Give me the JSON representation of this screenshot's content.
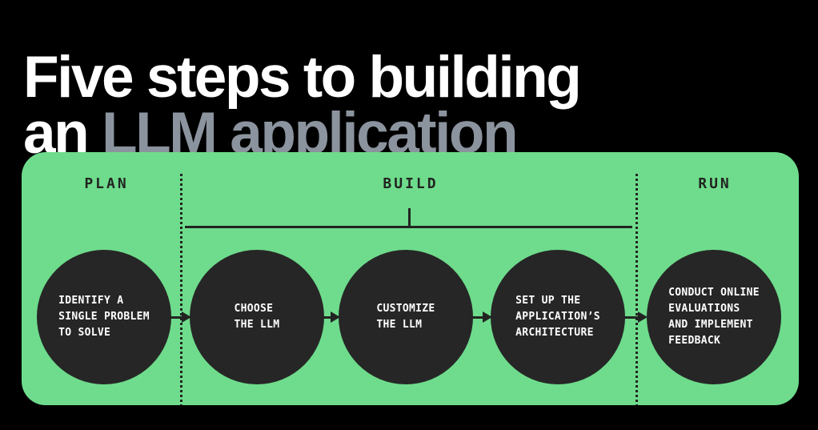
{
  "title": {
    "line1": "Five steps to building",
    "line2_prefix": "an ",
    "line2_highlight": "LLM application"
  },
  "colors": {
    "background": "#000000",
    "panel_green": "#6EDC8C",
    "circle_dark": "#262626",
    "line_dark": "#222422",
    "title_white": "#FFFFFF",
    "title_gray": "#8B939E",
    "step_text": "#FFFFFF"
  },
  "diagram": {
    "sections": [
      {
        "label": "PLAN"
      },
      {
        "label": "BUILD"
      },
      {
        "label": "RUN"
      }
    ],
    "steps": [
      {
        "section": "PLAN",
        "text": "IDENTIFY A\nSINGLE PROBLEM\nTO SOLVE"
      },
      {
        "section": "BUILD",
        "text": "CHOOSE\nTHE LLM"
      },
      {
        "section": "BUILD",
        "text": "CUSTOMIZE\nTHE LLM"
      },
      {
        "section": "BUILD",
        "text": "SET UP THE\nAPPLICATION’S\nARCHITECTURE"
      },
      {
        "section": "RUN",
        "text": "CONDUCT ONLINE\nEVALUATIONS\nAND IMPLEMENT\nFEEDBACK"
      }
    ]
  }
}
